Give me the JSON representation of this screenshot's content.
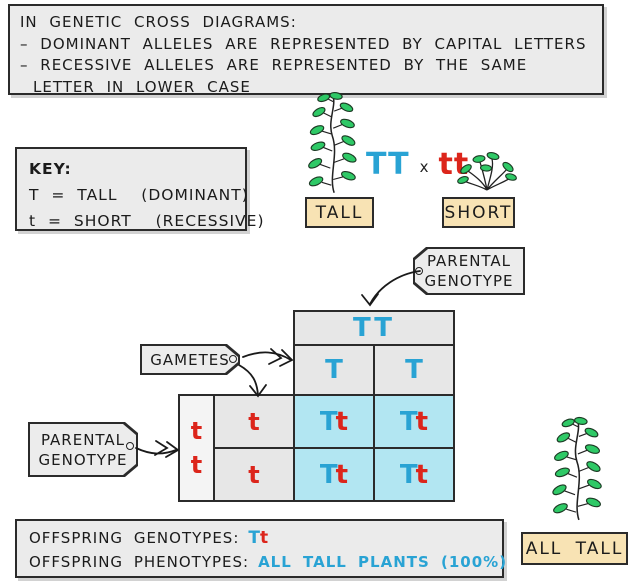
{
  "intro_box": {
    "line1": "IN GENETIC CROSS DIAGRAMS:",
    "line2": "– DOMINANT ALLELES ARE REPRESENTED BY CAPITAL LETTERS",
    "line3": "– RECESSIVE ALLELES ARE REPRESENTED BY THE SAME",
    "line4": "LETTER IN LOWER CASE"
  },
  "key_box": {
    "title": "KEY:",
    "dominant_line": "T = TALL  (DOMINANT)",
    "recessive_line": "t = SHORT  (RECESSIVE)"
  },
  "cross": {
    "parent1_genotype": "TT",
    "cross_symbol": "x",
    "parent2_genotype": "tt",
    "parent1_phenotype": "TALL",
    "parent2_phenotype": "SHORT"
  },
  "callouts": {
    "parental_top": {
      "line1": "PARENTAL",
      "line2": "GENOTYPE"
    },
    "gametes": "GAMETES",
    "parental_left": {
      "line1": "PARENTAL",
      "line2": "GENOTYPE"
    }
  },
  "punnett": {
    "top_parent": "TT",
    "col_gametes": [
      "T",
      "T"
    ],
    "left_parent": [
      "t",
      "t"
    ],
    "row_gametes": [
      "t",
      "t"
    ],
    "cells": [
      {
        "dom": "T",
        "rec": "t"
      },
      {
        "dom": "T",
        "rec": "t"
      },
      {
        "dom": "T",
        "rec": "t"
      },
      {
        "dom": "T",
        "rec": "t"
      }
    ]
  },
  "results_box": {
    "genotypes_label": "OFFSPRING GENOTYPES:",
    "genotype_dom": "T",
    "genotype_rec": "t",
    "phenotypes_label": "OFFSPRING PHENOTYPES:",
    "phenotypes_value": "ALL TALL PLANTS (100%)"
  },
  "all_tall_label": "ALL TALL",
  "colors": {
    "dominant_blue": "#29A3D4",
    "recessive_red": "#DC251B",
    "offspring_cell_cyan": "#B2E6F2",
    "panel_grey": "#EBEBEB",
    "phenotype_tan": "#F8E3B4",
    "leaf_green": "#2EC966"
  }
}
